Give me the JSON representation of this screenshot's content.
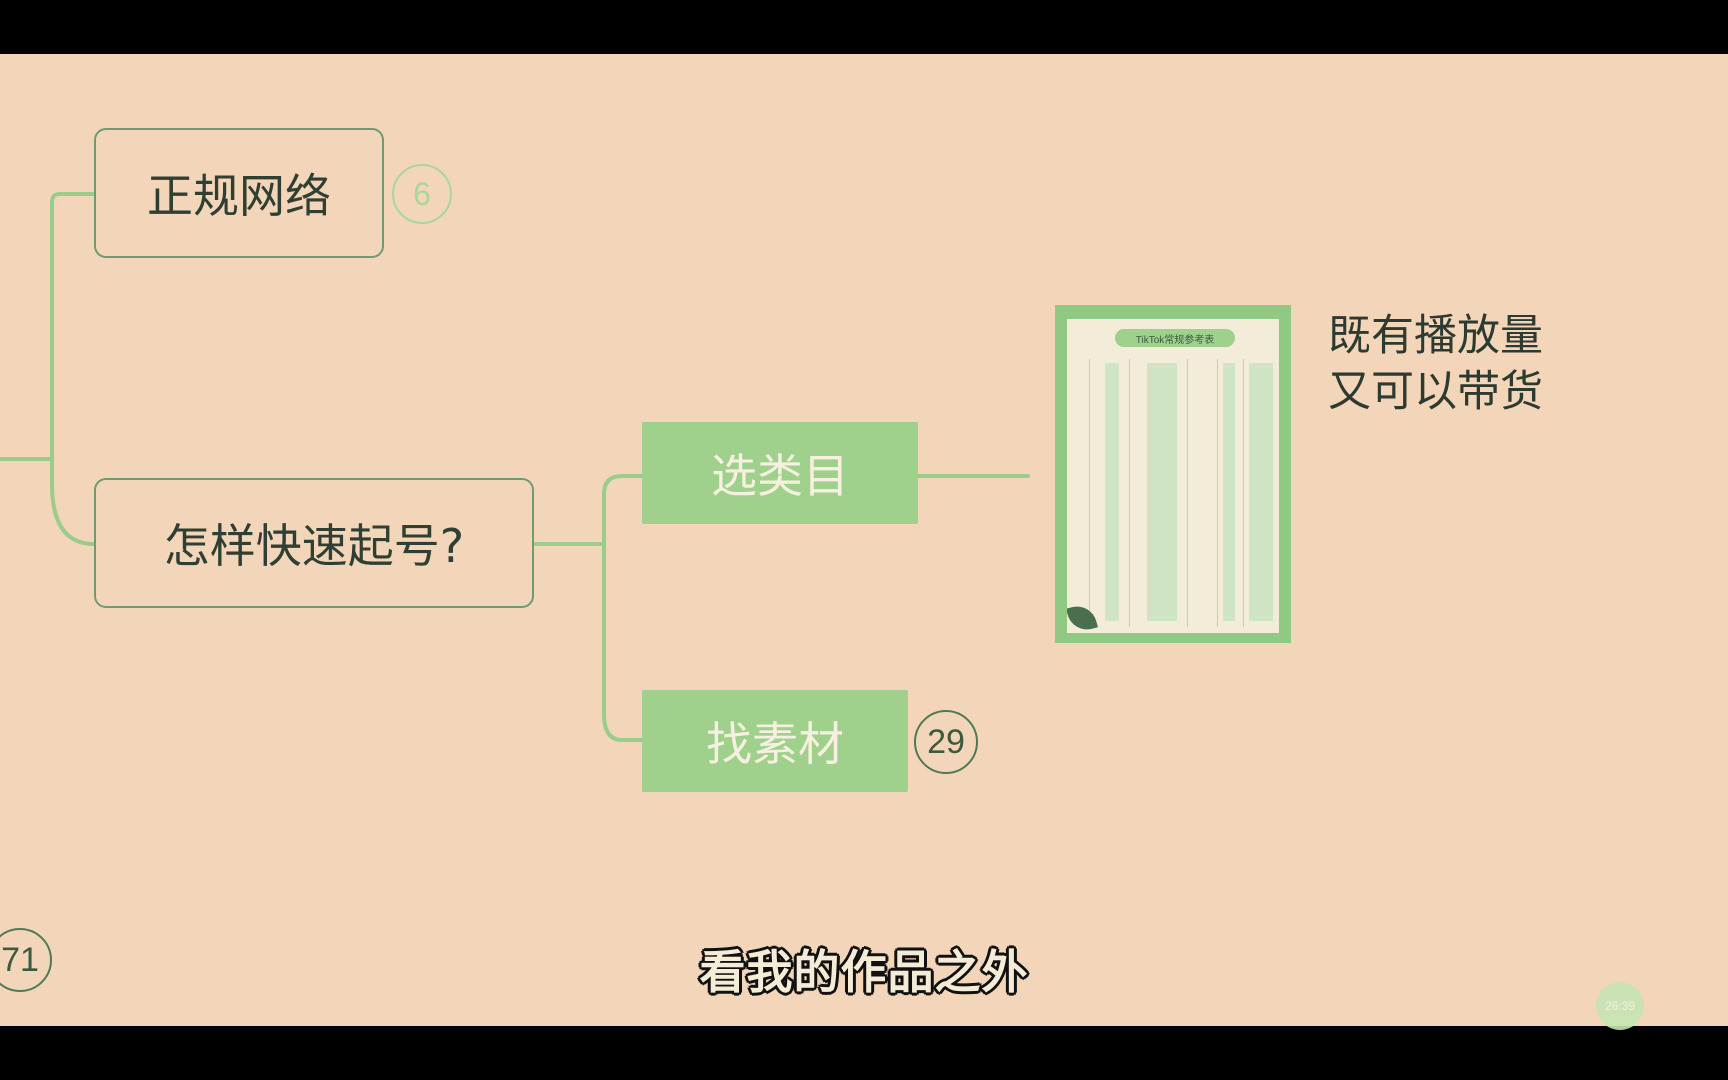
{
  "mindmap": {
    "node_zhenggui": {
      "label": "正规网络",
      "badge": "6"
    },
    "node_kuaisu": {
      "label": "怎样快速起号?"
    },
    "node_xuanleimu": {
      "label": "选类目"
    },
    "node_zhaosucai": {
      "label": "找素材",
      "badge": "29"
    },
    "root_badge": "71",
    "note_lines": [
      "既有播放量",
      "又可以带货"
    ],
    "thumbnail_title": "TikTok常规参考表"
  },
  "subtitle": "看我的作品之外",
  "watermark": "26:39",
  "colors": {
    "background": "#f3d6b9",
    "accent_green": "#9fd18c",
    "line_green": "#9bcd8a",
    "outline": "#6f9a73"
  }
}
